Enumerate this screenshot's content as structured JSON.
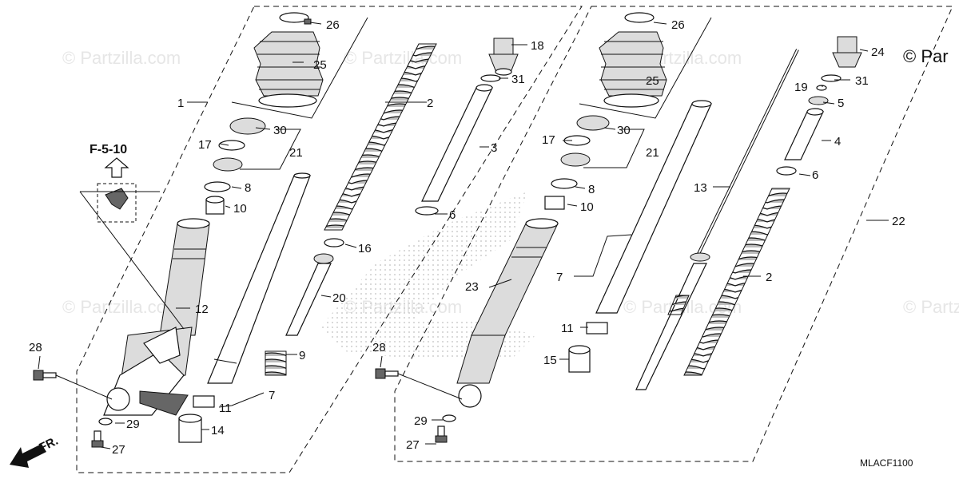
{
  "watermarks": [
    "© Partzilla.com",
    "© Partzilla.com",
    "© Partzilla.com",
    "© Partzilla.com",
    "© Partzilla.com",
    "© Partzilla.com",
    "© Partzilla.com"
  ],
  "copyright_partial": "© Par",
  "ref_label": "F-5-10",
  "front_label": "FR.",
  "diagram_code": "MLACF1100",
  "callouts": {
    "c1": "1",
    "c2a": "2",
    "c3": "3",
    "c4": "4",
    "c5": "5",
    "c6a": "6",
    "c6b": "6",
    "c7a": "7",
    "c7b": "7",
    "c8a": "8",
    "c8b": "8",
    "c9": "9",
    "c10a": "10",
    "c10b": "10",
    "c11a": "11",
    "c11b": "11",
    "c12": "12",
    "c13": "13",
    "c14": "14",
    "c15": "15",
    "c16": "16",
    "c17a": "17",
    "c17b": "17",
    "c18": "18",
    "c19": "19",
    "c20": "20",
    "c21a": "21",
    "c21b": "21",
    "c22": "22",
    "c23": "23",
    "c24": "24",
    "c25a": "25",
    "c25b": "25",
    "c26a": "26",
    "c26b": "26",
    "c27a": "27",
    "c27b": "27",
    "c28a": "28",
    "c28b": "28",
    "c29a": "29",
    "c29b": "29",
    "c30a": "30",
    "c30b": "30",
    "c31a": "31",
    "c31b": "31",
    "c2b": "2"
  },
  "icons": [
    "arrow-up-icon",
    "arrow-front-icon"
  ]
}
